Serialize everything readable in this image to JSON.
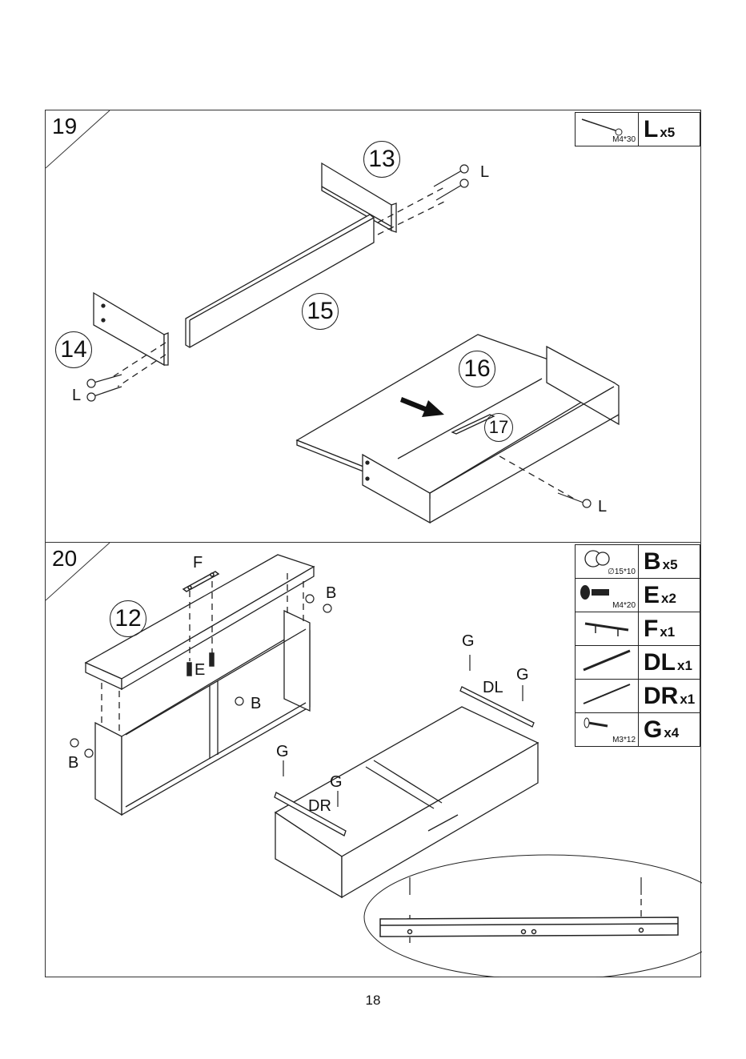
{
  "steps": [
    {
      "number": "19",
      "hardware": [
        {
          "size": "M4*30",
          "code": "L",
          "qty": "x5",
          "icon": "long-screw-icon"
        }
      ],
      "callouts": [
        "13",
        "14",
        "15",
        "16",
        "17"
      ],
      "labels": [
        "L",
        "L",
        "L"
      ]
    },
    {
      "number": "20",
      "hardware": [
        {
          "size": "∅15*10",
          "code": "B",
          "qty": "x5",
          "icon": "cam-lock-icon"
        },
        {
          "size": "M4*20",
          "code": "E",
          "qty": "x2",
          "icon": "machine-screw-icon"
        },
        {
          "size": "",
          "code": "F",
          "qty": "x1",
          "icon": "handle-icon"
        },
        {
          "size": "",
          "code": "DL",
          "qty": "x1",
          "icon": "drawer-runner-left-icon"
        },
        {
          "size": "",
          "code": "DR",
          "qty": "x1",
          "icon": "drawer-runner-right-icon"
        },
        {
          "size": "M3*12",
          "code": "G",
          "qty": "x4",
          "icon": "small-screw-icon"
        }
      ],
      "callouts": [
        "12"
      ],
      "labels": [
        "F",
        "B",
        "E",
        "B",
        "B",
        "G",
        "G",
        "DL",
        "G",
        "G",
        "DR"
      ]
    }
  ],
  "page_number": "18"
}
